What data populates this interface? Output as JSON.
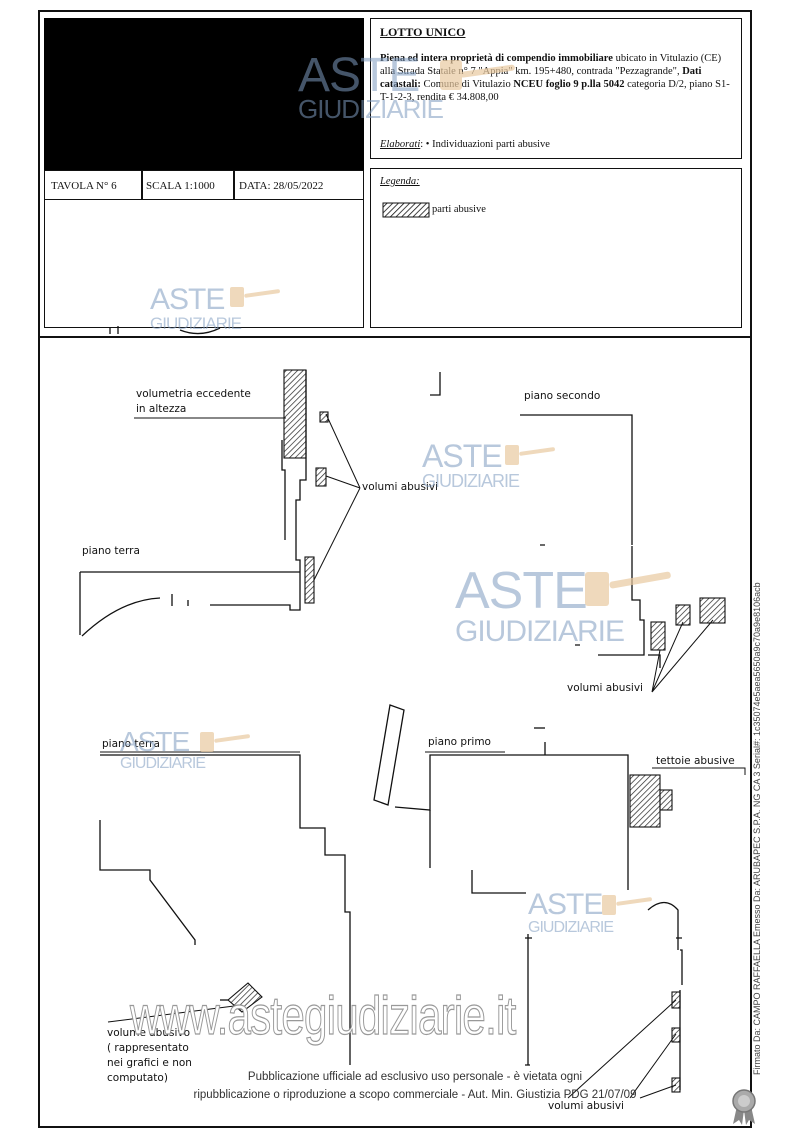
{
  "header": {
    "lot_title": "LOTTO UNICO",
    "desc_bold1": "Piena ed intera proprietà di compendio immobiliare",
    "desc_text1": " ubicato in Vitulazio (CE) alla Strada Statale n° 7 \"Appia\" km. 195+480, contrada \"Pezzagrande\", ",
    "desc_bold2": "Dati catastali:",
    "desc_text2": " Comune di Vitulazio ",
    "desc_bold3": "NCEU foglio 9 p.lla 5042",
    "desc_text3": " categoria D/2, piano S1-T-1-2-3, rendita € 34.808,00",
    "elaborati_label": "Elaborati",
    "elaborati_value": ": • Individuazioni parti abusive"
  },
  "info_row": {
    "tavola": "TAVOLA N° 6",
    "scala": "SCALA 1:1000",
    "data": "DATA: 28/05/2022"
  },
  "legend": {
    "title": "Legenda:",
    "item": "parti abusive"
  },
  "plan_labels": {
    "volumetria_1": "volumetria eccedente",
    "volumetria_2": "in altezza",
    "volumi_abusivi_1": "volumi abusivi",
    "piano_secondo": "piano secondo",
    "piano_terra_1": "piano terra",
    "volumi_abusivi_2": "volumi abusivi",
    "piano_terra_2": "piano terra",
    "piano_primo": "piano primo",
    "tettoie_abusive": "tettoie abusive",
    "volume_abusivo_1": "volume abusivo",
    "volume_abusivo_2": "( rappresentato",
    "volume_abusivo_3": "nei grafici e non",
    "volume_abusivo_4": "computato)",
    "volumi_abusivi_3": "volumi abusivi"
  },
  "watermark": {
    "aste": "ASTE",
    "giudiziarie": "GIUDIZIARIE",
    "site": "www.astegiudiziarie.it"
  },
  "footer": {
    "line1": "Pubblicazione ufficiale ad esclusivo uso personale - è vietata ogni",
    "line2": "ripubblicazione o riproduzione a scopo commerciale - Aut. Min. Giustizia PDG 21/07/09"
  },
  "signature": "Firmato Da: CAMPO RAFFAELLA Emesso Da: ARUBAPEC S.P.A. NG CA 3 Serial#: 1c35074e5aea5650a9c70a9e8106acb"
}
